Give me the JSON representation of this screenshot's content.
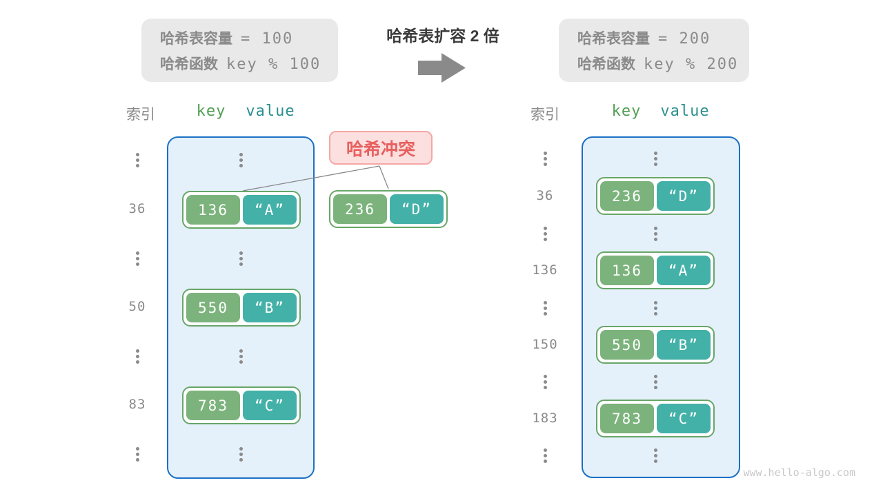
{
  "top": {
    "before_box": {
      "cap_label": "哈希表容量",
      "cap_value": "= 100",
      "fn_label": "哈希函数",
      "fn_value": "key % 100"
    },
    "title": "哈希表扩容 2 倍",
    "after_box": {
      "cap_label": "哈希表容量",
      "cap_value": "= 200",
      "fn_label": "哈希函数",
      "fn_value": "key % 200"
    }
  },
  "collision": {
    "label": "哈希冲突"
  },
  "floating_entry": {
    "key": "236",
    "value": "“D”"
  },
  "left_table": {
    "headers": {
      "index": "索引",
      "key": "key",
      "value": "value"
    },
    "entries": [
      {
        "index": "36",
        "key": "136",
        "value": "“A”"
      },
      {
        "index": "50",
        "key": "550",
        "value": "“B”"
      },
      {
        "index": "83",
        "key": "783",
        "value": "“C”"
      }
    ]
  },
  "right_table": {
    "headers": {
      "index": "索引",
      "key": "key",
      "value": "value"
    },
    "entries": [
      {
        "index": "36",
        "key": "236",
        "value": "“D”"
      },
      {
        "index": "136",
        "key": "136",
        "value": "“A”"
      },
      {
        "index": "150",
        "key": "550",
        "value": "“B”"
      },
      {
        "index": "183",
        "key": "783",
        "value": "“C”"
      }
    ]
  },
  "watermark": "www.hello-algo.com",
  "colors": {
    "key_cell": "#7cb37c",
    "value_cell": "#43b1a8",
    "entry_border": "#67a667",
    "bucket_bg": "#e4f0fa",
    "bucket_border": "#1b70c5",
    "collision_bg": "#fcdfdf",
    "collision_border": "#f5a7a5",
    "collision_text": "#e7605f",
    "info_box_bg": "#e9e9e9",
    "muted_text": "#8a8a8a",
    "title_text": "#3a3a3a",
    "key_header_text": "#4f9e51",
    "value_header_text": "#2e8f8f",
    "connector_line": "#888888",
    "watermark_text": "#c8c8c8"
  }
}
